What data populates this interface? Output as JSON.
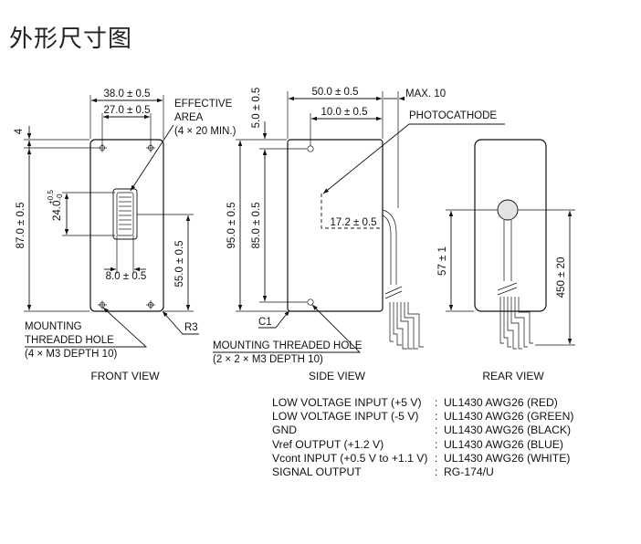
{
  "title": "外形尺寸图",
  "front_view": {
    "label": "FRONT VIEW",
    "dim_width_outer": "38.0 ± 0.5",
    "dim_width_inner": "27.0 ± 0.5",
    "dim_height": "87.0 ± 0.5",
    "dim_top_offset": "4",
    "dim_window_height": "24.0",
    "dim_window_tol_plus": "+0.5",
    "dim_window_tol_minus": "-0",
    "dim_window_width": "8.0 ± 0.5",
    "dim_center_height": "55.0 ± 0.5",
    "effective_area_line1": "EFFECTIVE",
    "effective_area_line2": "AREA",
    "effective_area_line3": "(4 × 20 MIN.)",
    "mounting_line1": "MOUNTING",
    "mounting_line2": "THREADED HOLE",
    "mounting_line3": "(4 × M3 DEPTH 10)",
    "radius": "R3"
  },
  "side_view": {
    "label": "SIDE VIEW",
    "dim_width": "50.0 ± 0.5",
    "dim_max": "MAX. 10",
    "dim_hole_offset": "10.0 ± 0.5",
    "dim_top": "5.0 ± 0.5",
    "dim_height_outer": "95.0 ± 0.5",
    "dim_height_inner": "85.0 ± 0.5",
    "dim_cathode_depth": "17.2 ± 0.5",
    "photocathode": "PHOTOCATHODE",
    "chamfer": "C1",
    "mounting_line1": "MOUNTING THREADED HOLE",
    "mounting_line2": "(2 × 2 × M3 DEPTH 10)"
  },
  "rear_view": {
    "label": "REAR VIEW",
    "dim_cable_center": "57 ± 1",
    "dim_cable_length": "450 ± 20"
  },
  "legend": [
    {
      "label": "LOW VOLTAGE INPUT (+5 V)",
      "value": "UL1430 AWG26 (RED)"
    },
    {
      "label": "LOW VOLTAGE INPUT (-5 V)",
      "value": "UL1430 AWG26 (GREEN)"
    },
    {
      "label": "GND",
      "value": "UL1430 AWG26 (BLACK)"
    },
    {
      "label": "Vref OUTPUT (+1.2 V)",
      "value": "UL1430 AWG26 (BLUE)"
    },
    {
      "label": "Vcont INPUT (+0.5 V to +1.1 V)",
      "value": "UL1430 AWG26 (WHITE)"
    },
    {
      "label": "SIGNAL OUTPUT",
      "value": "RG-174/U"
    }
  ],
  "legend_separator": ":"
}
